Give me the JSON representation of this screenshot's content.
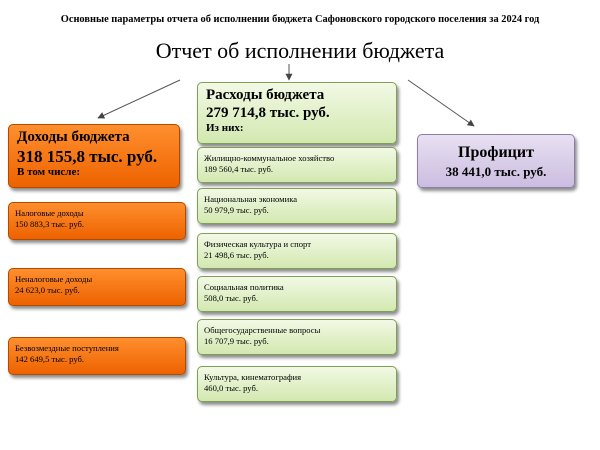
{
  "header": {
    "title": "Основные параметры отчета об исполнении бюджета Сафоновского городского поселения за 2024 год"
  },
  "main_title": "Отчет об исполнении бюджета",
  "expenses": {
    "label": "Расходы бюджета",
    "amount": "279 714,8 тыс. руб.",
    "subtitle": "Из них:",
    "items": [
      {
        "label": "Жилищно-коммунальное хозяйство",
        "amount": "189 560,4 тыс. руб."
      },
      {
        "label": "Национальная  экономика",
        "amount": "50 979,9 тыс. руб."
      },
      {
        "label": "Физическая культура и спорт",
        "amount": "21 498,6 тыс. руб."
      },
      {
        "label": "Социальная политика",
        "amount": "508,0 тыс. руб."
      },
      {
        "label": "Общегосударственные вопросы",
        "amount": "16 707,9 тыс. руб."
      },
      {
        "label": "Культура, кинематография",
        "amount": "460,0 тыс. руб."
      }
    ]
  },
  "income": {
    "label": "Доходы бюджета",
    "amount": "318 155,8 тыс. руб.",
    "subtitle": "В том числе:",
    "items": [
      {
        "label": "Налоговые доходы",
        "amount": "150 883,3 тыс. руб."
      },
      {
        "label": "Неналоговые доходы",
        "amount": "24 623,0 тыс. руб."
      },
      {
        "label": "Безвозмездные поступления",
        "amount": "142 649,5 тыс. руб."
      }
    ]
  },
  "surplus": {
    "label": "Профицит",
    "amount": "38 441,0 тыс. руб."
  },
  "colors": {
    "expenses": "#d3e8b0",
    "income": "#ee6200",
    "surplus": "#cbbde0"
  }
}
